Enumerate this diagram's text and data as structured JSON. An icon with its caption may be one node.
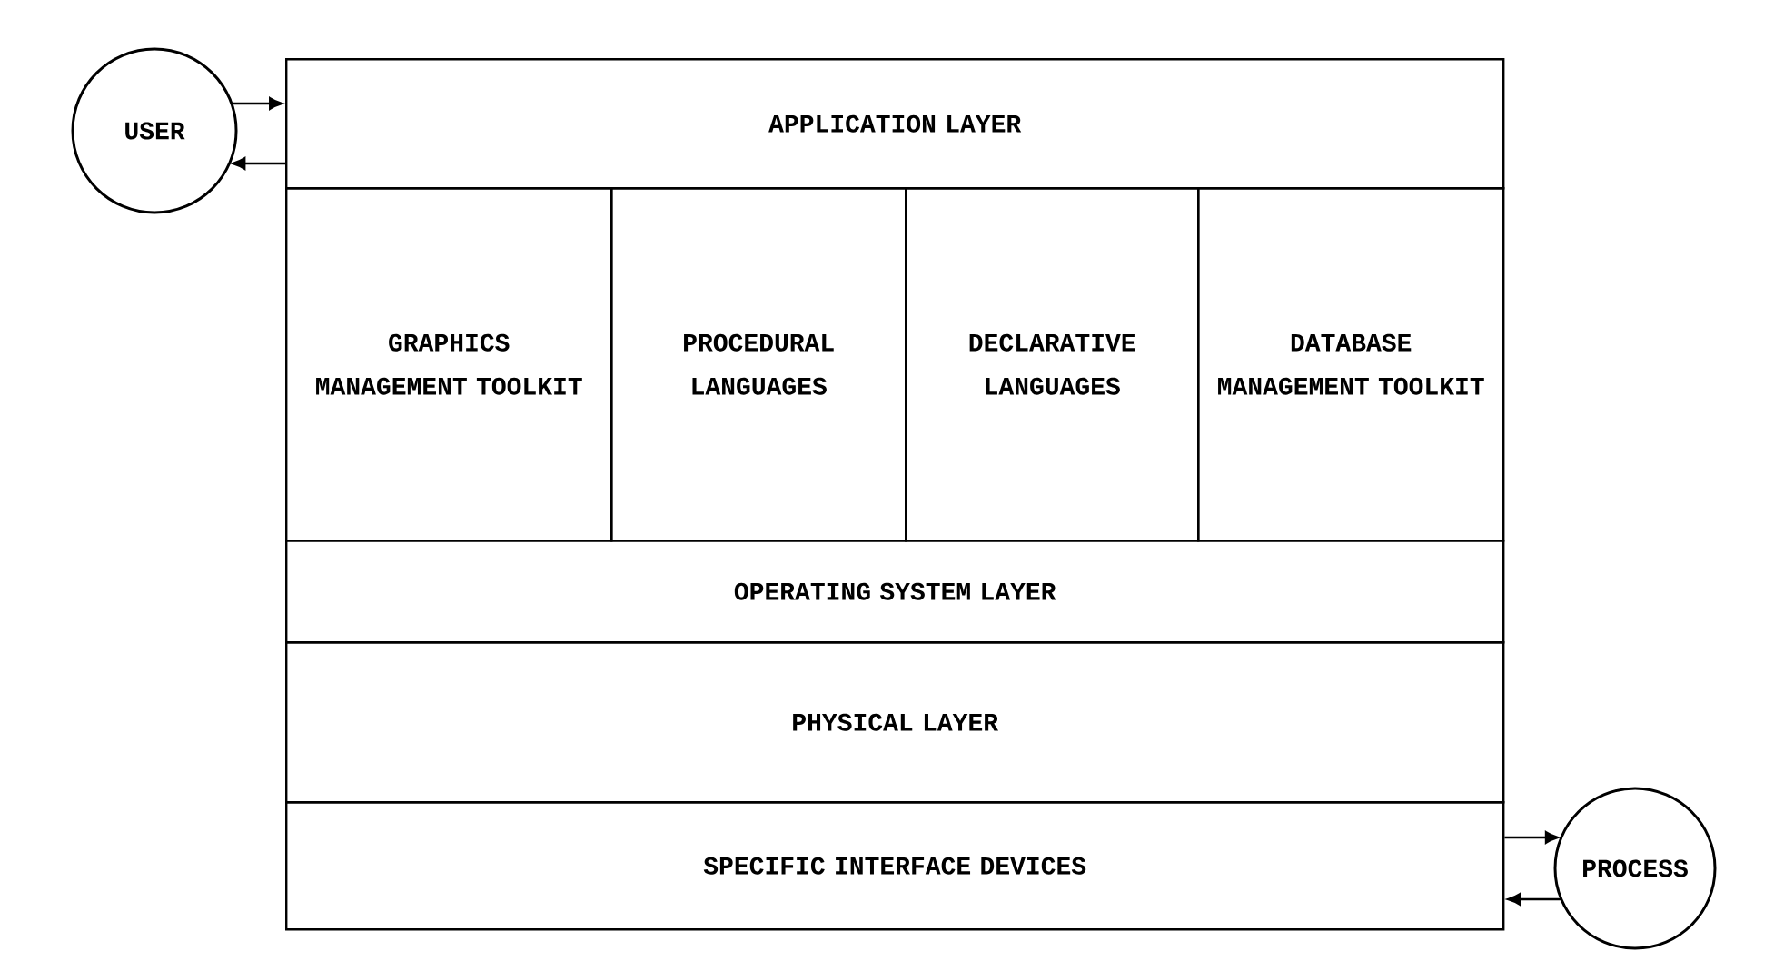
{
  "diagram": {
    "nodes": [
      {
        "text": [
          "USER"
        ]
      },
      {
        "text": [
          "APPLICATION LAYER"
        ]
      },
      {
        "text": [
          "GRAPHICS MANAGEMENT TOOLKIT"
        ]
      },
      {
        "text": [
          "PROCEDURAL LANGUAGES"
        ]
      },
      {
        "text": [
          "DECLARATIVE LANGUAGES"
        ]
      },
      {
        "text": [
          "DATABASE MANAGEMENT TOOLKIT"
        ]
      },
      {
        "text": [
          "OPERATING SYSTEM LAYER"
        ]
      },
      {
        "text": [
          "PHYSICAL LAYER"
        ]
      },
      {
        "text": [
          "SPECIFIC INTERFACE DEVICES"
        ]
      },
      {
        "text": [
          "PROCESS"
        ]
      }
    ],
    "edges": [
      {
        "from": 0,
        "to": 1,
        "arrow": "to"
      },
      {
        "from": 1,
        "to": 0,
        "arrow": "to"
      },
      {
        "from": 8,
        "to": 9,
        "arrow": "to"
      },
      {
        "from": 9,
        "to": 8,
        "arrow": "to"
      }
    ]
  }
}
